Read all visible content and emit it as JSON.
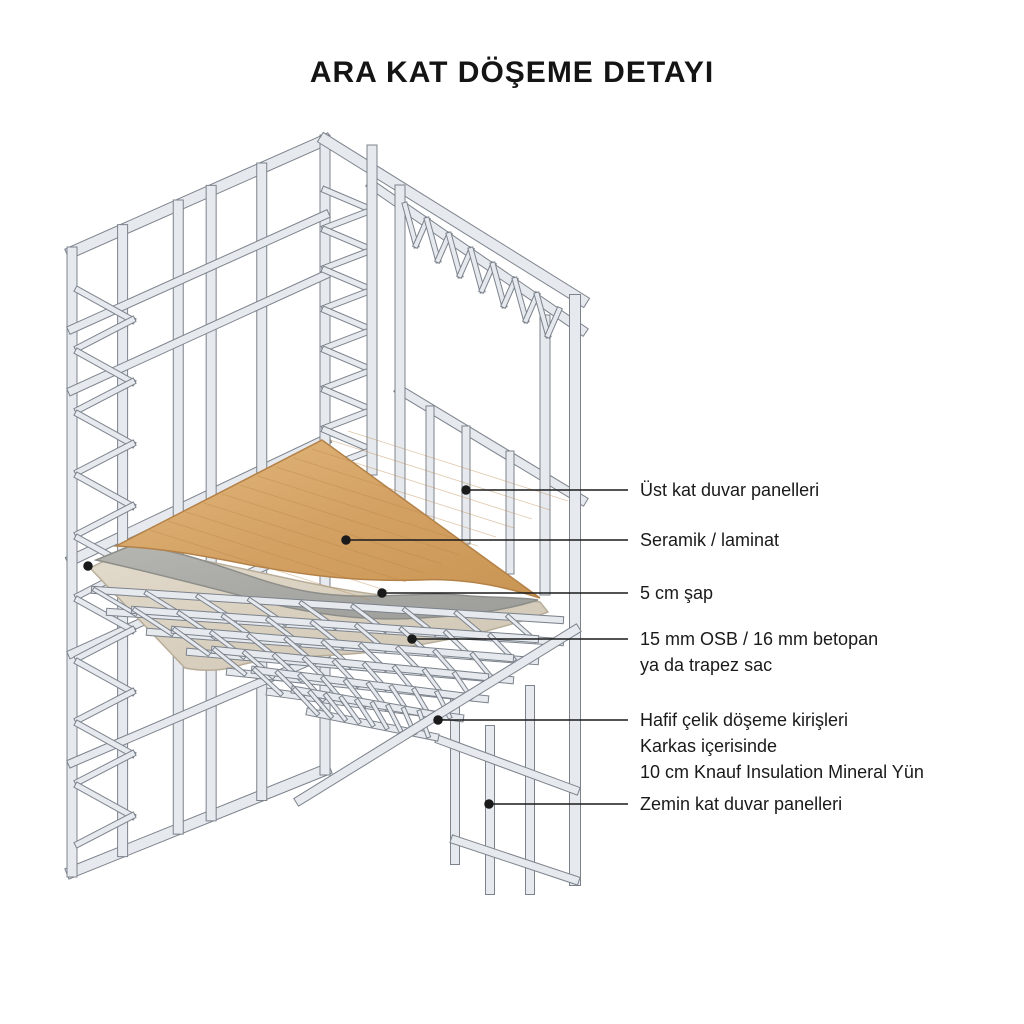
{
  "title": "ARA KAT DÖŞEME DETAYI",
  "colors": {
    "steel_light": "#e6e9ee",
    "steel_mid": "#b9bfc7",
    "steel_dark": "#7c838c",
    "wood": "#d9aa6e",
    "wood_dark": "#b9864a",
    "screed": "#a9a9a5",
    "board": "#d8cfbf",
    "leader": "#1a1a1a"
  },
  "labels": [
    {
      "id": "upper-wall",
      "lines": [
        "Üst kat duvar panelleri"
      ]
    },
    {
      "id": "flooring",
      "lines": [
        "Seramik / laminat"
      ]
    },
    {
      "id": "screed",
      "lines": [
        "5 cm şap"
      ]
    },
    {
      "id": "board",
      "lines": [
        "15 mm OSB / 16 mm betopan",
        "ya da trapez sac"
      ]
    },
    {
      "id": "joists",
      "lines": [
        "Hafif çelik döşeme kirişleri",
        "Karkas içerisinde",
        "10 cm Knauf Insulation Mineral Yün"
      ]
    },
    {
      "id": "lower-wall",
      "lines": [
        "Zemin kat duvar panelleri"
      ]
    }
  ]
}
